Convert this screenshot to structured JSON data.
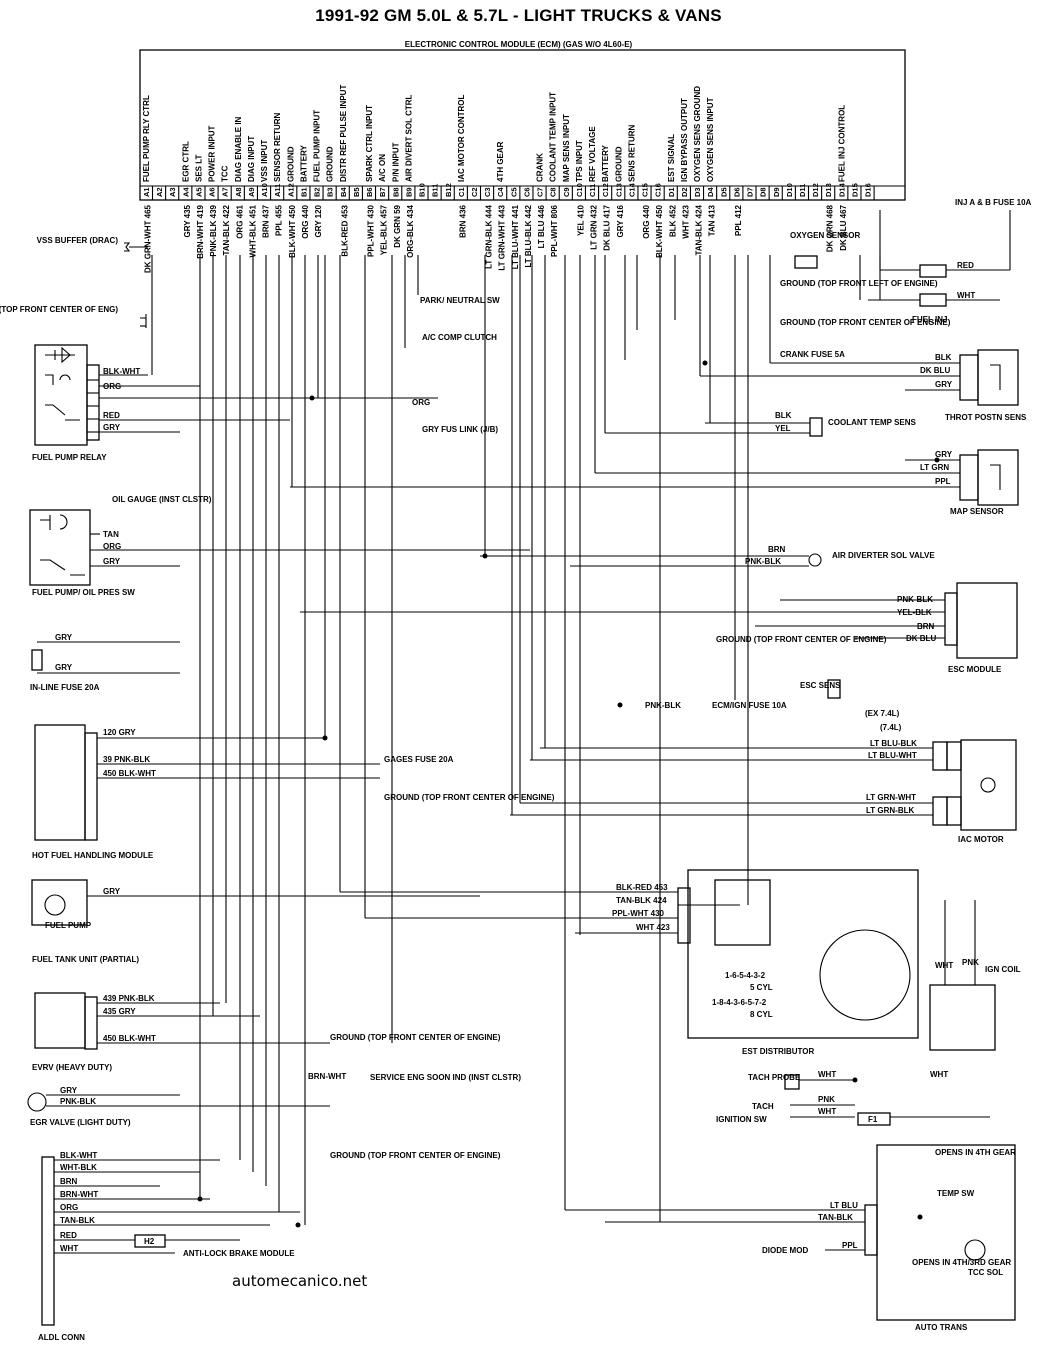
{
  "title": "1991-92 GM 5.0L & 5.7L - LIGHT TRUCKS & VANS",
  "ecm_label": "ELECTRONIC CONTROL MODULE (ECM) (GAS W/O 4L60-E)",
  "credit": "automecanico.net",
  "ecm_functions": [
    "FUEL PUMP RLY CTRL",
    "EGR CTRL",
    "SES LT",
    "POWER INPUT",
    "TCC",
    "DIAG ENABLE IN",
    "DIAG INPUT",
    "VSS INPUT",
    "SENSOR RETURN",
    "GROUND",
    "BATTERY",
    "FUEL PUMP INPUT",
    "GROUND",
    "DISTR REF PULSE INPUT",
    "SPARK CTRL INPUT",
    "A/C ON",
    "P/N INPUT",
    "AIR DIVERT SOL CTRL",
    "IAC MOTOR CONTROL",
    "4TH GEAR",
    "CRANK",
    "COOLANT TEMP INPUT",
    "MAP SENS INPUT",
    "TPS INPUT",
    "REF VOLTAGE",
    "BATTERY",
    "GROUND",
    "SENS RETURN",
    "EST SIGNAL",
    "IGN BYPASS OUTPUT",
    "OXYGEN SENS GROUND",
    "OXYGEN SENS INPUT",
    "FUEL INJ CONTROL"
  ],
  "ecm_pins": [
    "A1",
    "A2",
    "A3",
    "A4",
    "A5",
    "A6",
    "A7",
    "A8",
    "A9",
    "A10",
    "A11",
    "A12",
    "B1",
    "B2",
    "B3",
    "B4",
    "B5",
    "B6",
    "B7",
    "B8",
    "B9",
    "B10",
    "B11",
    "B12",
    "C1",
    "C2",
    "C3",
    "C4",
    "C5",
    "C6",
    "C7",
    "C8",
    "C9",
    "C10",
    "C11",
    "C12",
    "C13",
    "C14",
    "C15",
    "C16",
    "D1",
    "D2",
    "D3",
    "D4",
    "D5",
    "D6",
    "D7",
    "D8",
    "D9",
    "D10",
    "D11",
    "D12",
    "D13",
    "D14",
    "D15",
    "D16"
  ],
  "ecm_wires": [
    "DK GRN-WHT 465",
    "GRY 435",
    "BRN-WHT 419",
    "PNK-BLK 439",
    "TAN-BLK 422",
    "ORG 461",
    "WHT-BLK 451",
    "BRN 437",
    "PPL 455",
    "BLK-WHT 450",
    "ORG 440",
    "GRY 120",
    "BLK-RED 453",
    "PPL-WHT 430",
    "YEL-BLK 457",
    "DK GRN 59",
    "ORG-BLK 434",
    "BRN 436",
    "LT GRN-BLK 444",
    "LT GRN-WHT 443",
    "LT BLU-WHT 441",
    "LT BLU-BLK 442",
    "LT BLU 446",
    "PPL-WHT 806",
    "YEL 410",
    "LT GRN 432",
    "DK BLU 417",
    "GRY 416",
    "ORG 440",
    "BLK-WHT 450",
    "BLK 452",
    "WHT 423",
    "TAN-BLK 424",
    "TAN 413",
    "PPL 412",
    "DK GRN 468",
    "DK BLU 467"
  ],
  "wire_labels": [
    "BLK-WHT",
    "ORG",
    "RED",
    "GRY",
    "TAN",
    "ORG",
    "GRY",
    "GRY",
    "GRY",
    "120 GRY",
    "39 PNK-BLK",
    "450 BLK-WHT",
    "GRY",
    "439 PNK-BLK",
    "435 GRY",
    "450 BLK-WHT",
    "GRY",
    "PNK-BLK",
    "BRN-WHT",
    "BLK-WHT",
    "WHT-BLK",
    "BRN",
    "BRN-WHT",
    "ORG",
    "TAN-BLK",
    "RED",
    "WHT",
    "ORG",
    "BLK",
    "DK BLU",
    "GRY",
    "BLK",
    "YEL",
    "GRY",
    "LT GRN",
    "PPL",
    "BRN",
    "PNK-BLK",
    "PNK-BLK",
    "YEL-BLK",
    "BRN",
    "DK BLU",
    "PNK-BLK",
    "LT BLU-BLK",
    "LT BLU-WHT",
    "LT GRN-WHT",
    "LT GRN-BLK",
    "BLK-RED 453",
    "TAN-BLK 424",
    "PPL-WHT 430",
    "WHT 423",
    "WHT",
    "WHT",
    "PNK",
    "WHT",
    "WHT",
    "PNK",
    "LT BLU",
    "TAN-BLK",
    "PPL",
    "RED",
    "WHT"
  ],
  "components": {
    "vss_buffer": "VSS BUFFER (DRAC)",
    "ground_top_front_eng": "GROUND (TOP FRONT CENTER OF ENG)",
    "fuel_pump_relay": "FUEL PUMP RELAY",
    "oil_gauge": "OIL GAUGE (INST CLSTR)",
    "fuel_pump_oil_pres": "FUEL PUMP/ OIL PRES SW",
    "inline_fuse": "IN-LINE FUSE 20A",
    "hot_fuel_module": "HOT FUEL HANDLING MODULE",
    "fuel_pump": "FUEL PUMP",
    "fuel_tank_unit": "FUEL TANK UNIT (PARTIAL)",
    "evrv": "EVRV (HEAVY DUTY)",
    "egr_valve": "EGR VALVE (LIGHT DUTY)",
    "aldl": "ALDL CONN",
    "park_neutral": "PARK/ NEUTRAL SW",
    "ac_comp": "A/C COMP CLUTCH",
    "gry_fus_link": "GRY FUS LINK (J/B)",
    "gages_fuse": "GAGES FUSE 20A",
    "ground_hot_fuel": "GROUND (TOP FRONT CENTER OF ENGINE)",
    "ground_evrv": "GROUND (TOP FRONT CENTER OF ENGINE)",
    "service_eng": "SERVICE ENG SOON IND (INST CLSTR)",
    "ground_aldl": "GROUND (TOP FRONT CENTER OF ENGINE)",
    "abs_module": "ANTI-LOCK BRAKE MODULE",
    "inj_fuse": "INJ A & B FUSE 10A",
    "oxygen_sensor": "OXYGEN SENSOR",
    "ground_o2": "GROUND (TOP FRONT LEFT OF ENGINE)",
    "ground_ecm": "GROUND (TOP FRONT CENTER OF ENGINE)",
    "fuel_inj": "FUEL INJ",
    "crank_fuse": "CRANK FUSE 5A",
    "throt_posn": "THROT POSTN SENS",
    "coolant_temp": "COOLANT TEMP SENS",
    "map_sensor": "MAP SENSOR",
    "air_diverter": "AIR DIVERTER SOL VALVE",
    "ground_esc": "GROUND (TOP FRONT CENTER OF ENGINE)",
    "esc_module": "ESC MODULE",
    "esc_sens": "ESC SENS",
    "ecm_ign_fuse": "ECM/IGN FUSE 10A",
    "ex74": "(EX 7.4L)",
    "l74": "(7.4L)",
    "iac_motor": "IAC MOTOR",
    "firing_5cyl": "1-6-5-4-3-2",
    "cyl5": "5 CYL",
    "firing_8cyl": "1-8-4-3-6-5-7-2",
    "cyl8": "8 CYL",
    "est_distributor": "EST DISTRIBUTOR",
    "ign_coil": "IGN COIL",
    "tach_probe": "TACH PROBE",
    "tach": "TACH",
    "ignition_sw": "IGNITION SW",
    "f1": "F1",
    "h2": "H2",
    "opens_4th": "OPENS IN 4TH GEAR",
    "temp_sw": "TEMP SW",
    "opens_4th3rd": "OPENS IN 4TH/3RD GEAR",
    "tcc_sol": "TCC SOL",
    "diode_mod": "DIODE MOD",
    "auto_trans": "AUTO TRANS"
  }
}
